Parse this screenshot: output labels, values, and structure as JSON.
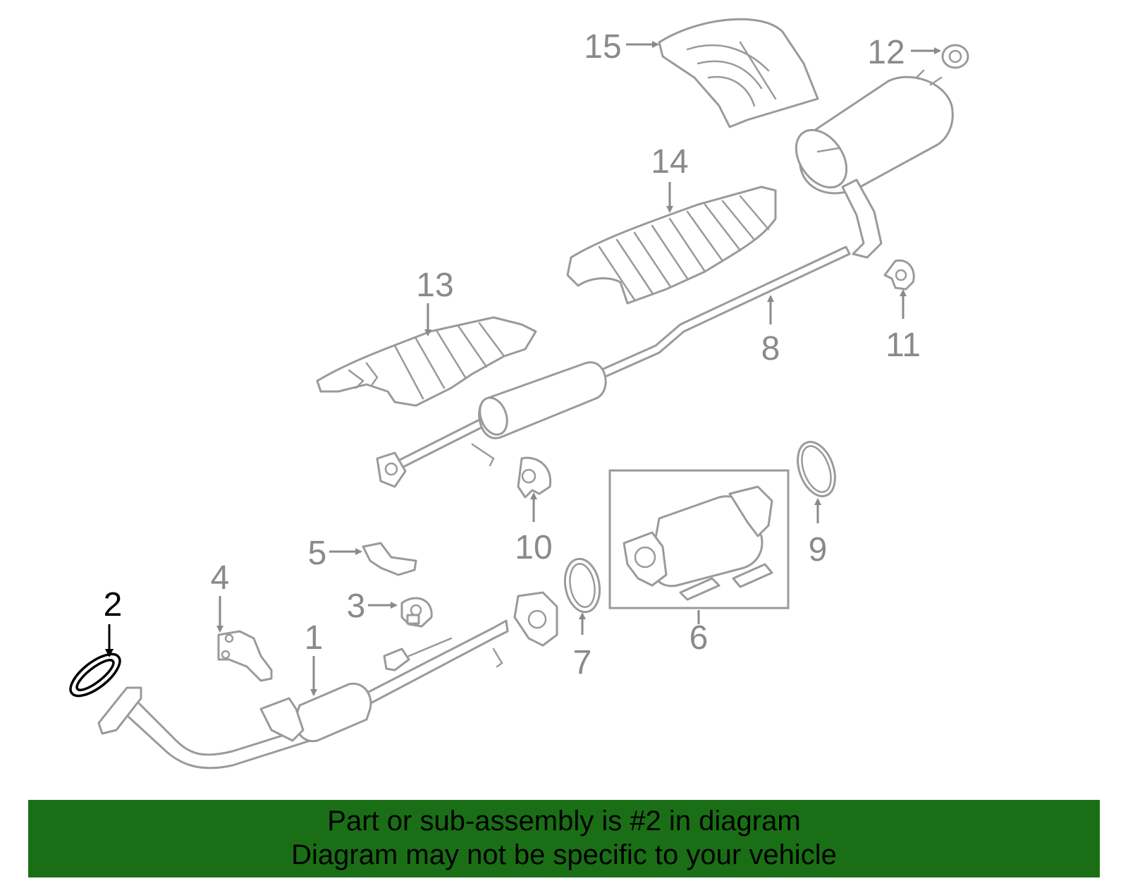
{
  "callouts": {
    "c1": "1",
    "c2": "2",
    "c3": "3",
    "c4": "4",
    "c5": "5",
    "c6": "6",
    "c7": "7",
    "c8": "8",
    "c9": "9",
    "c10": "10",
    "c11": "11",
    "c12": "12",
    "c13": "13",
    "c14": "14",
    "c15": "15"
  },
  "highlighted_part": "2",
  "colors": {
    "banner": "#1a6f16",
    "highlight": "#000000",
    "parts": "#9a9a9a"
  },
  "banner": {
    "line1": "Part or sub-assembly is #2 in diagram",
    "line2": "Diagram may not be specific to your vehicle"
  }
}
